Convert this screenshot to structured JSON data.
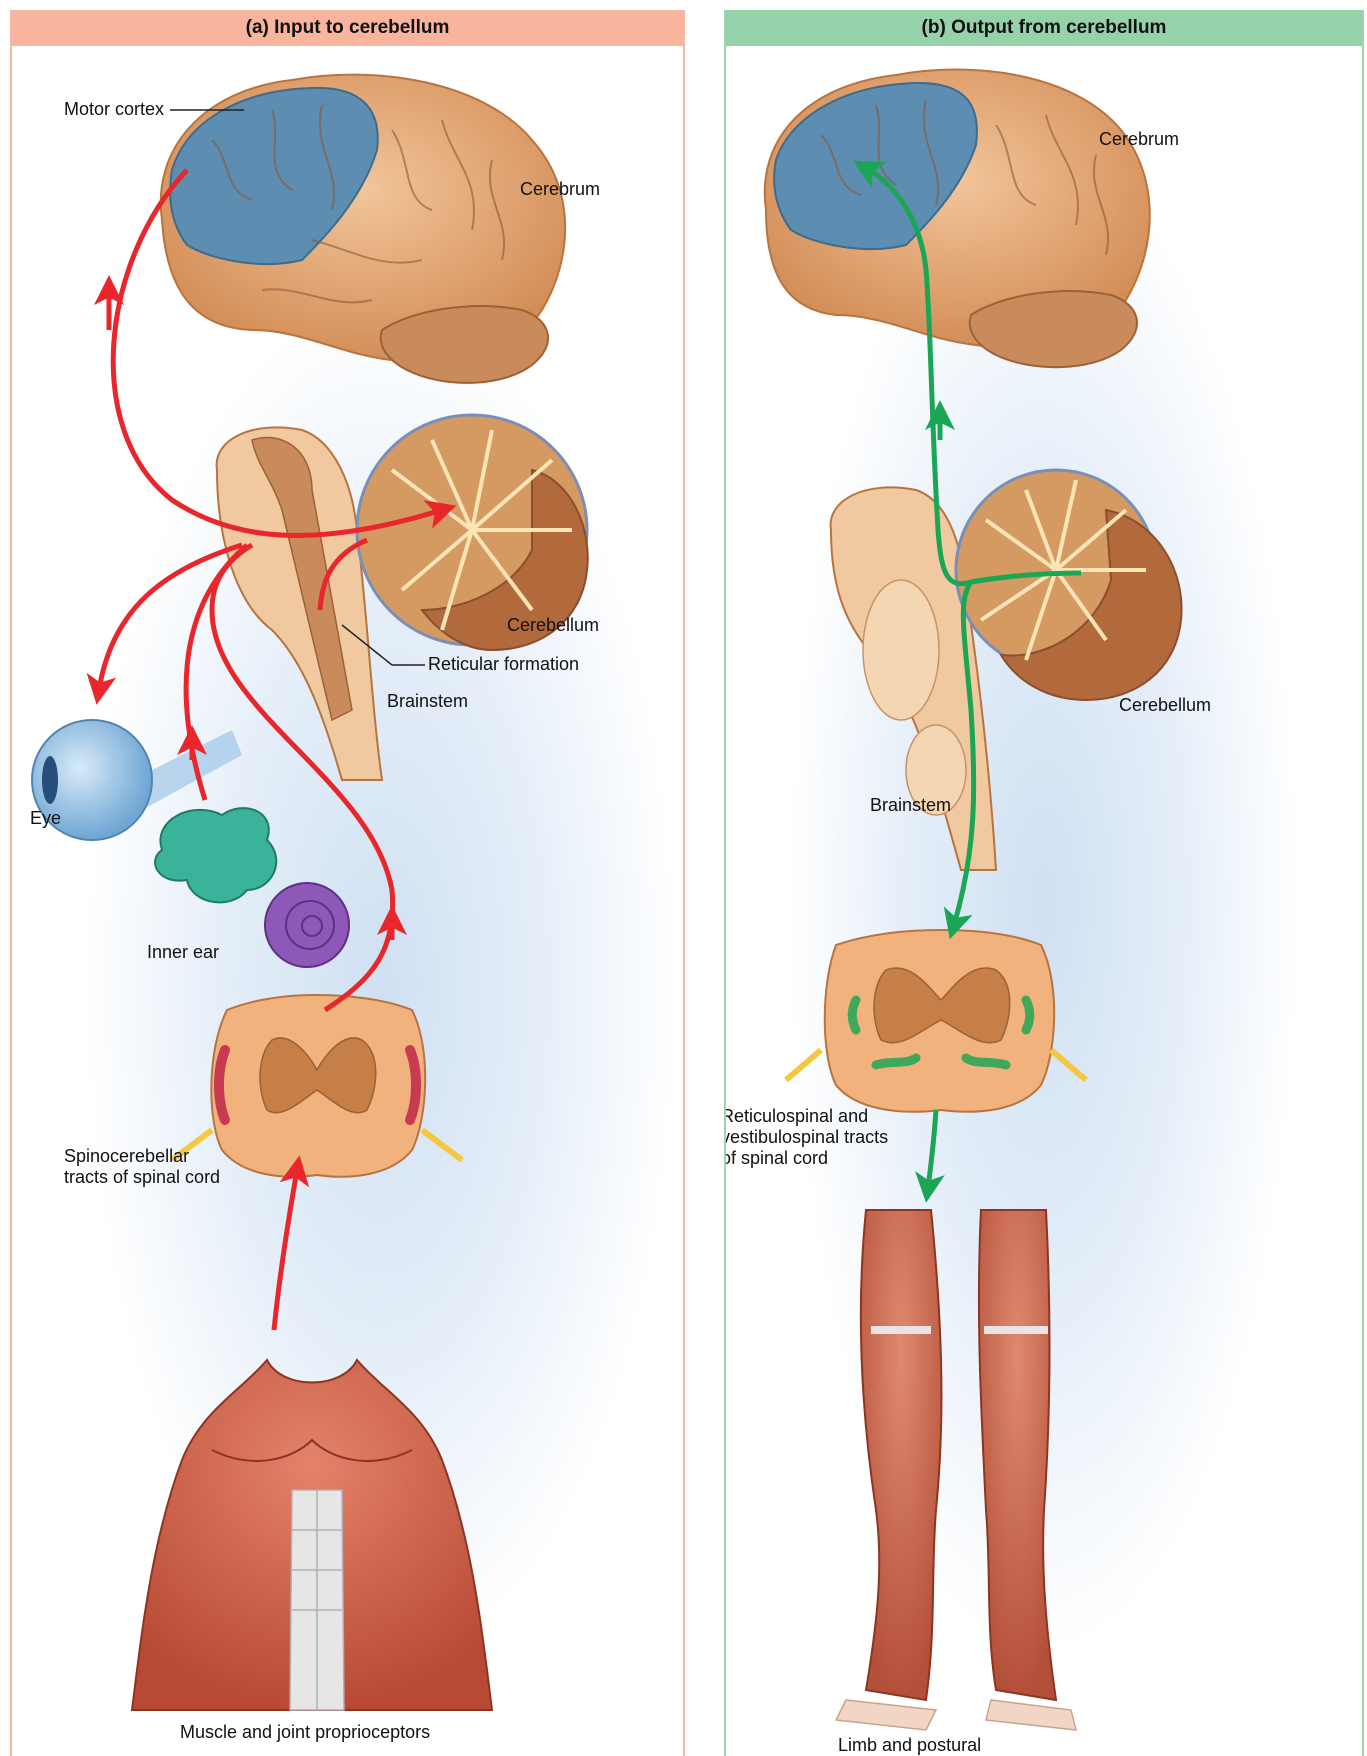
{
  "panel_a": {
    "title": "(a) Input to cerebellum",
    "labels": {
      "motor_cortex": "Motor cortex",
      "cerebrum": "Cerebrum",
      "cerebellum": "Cerebellum",
      "reticular_formation": "Reticular formation",
      "brainstem": "Brainstem",
      "eye": "Eye",
      "inner_ear": "Inner ear",
      "spinocerebellar": "Spinocerebellar tracts of spinal cord",
      "proprioceptors": "Muscle and joint proprioceptors"
    }
  },
  "panel_b": {
    "title": "(b) Output from cerebellum",
    "labels": {
      "cerebrum": "Cerebrum",
      "cerebellum": "Cerebellum",
      "brainstem": "Brainstem",
      "tracts": "Reticulospinal and vestibulospinal tracts of spinal cord",
      "limb_muscles": "Limb and postural muscles"
    }
  },
  "colors": {
    "input_arrow": "#e8262b",
    "output_arrow": "#1aa655",
    "header_a": "#f9b49d",
    "header_b": "#96d2a9",
    "motor_cortex": "#5d8db1",
    "brain_tissue": "#e3a370"
  }
}
